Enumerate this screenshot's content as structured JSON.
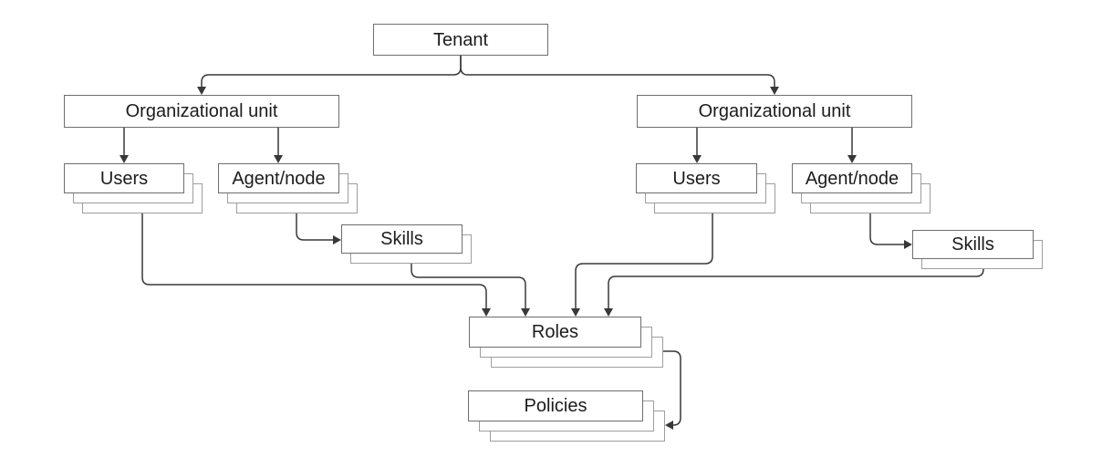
{
  "diagram": {
    "nodes": {
      "tenant": {
        "label": "Tenant"
      },
      "ou_left": {
        "label": "Organizational unit"
      },
      "ou_right": {
        "label": "Organizational unit"
      },
      "users_left": {
        "label": "Users"
      },
      "agent_left": {
        "label": "Agent/node"
      },
      "skills_left": {
        "label": "Skills"
      },
      "users_right": {
        "label": "Users"
      },
      "agent_right": {
        "label": "Agent/node"
      },
      "skills_right": {
        "label": "Skills"
      },
      "roles": {
        "label": "Roles"
      },
      "policies": {
        "label": "Policies"
      }
    },
    "edges": [
      {
        "from": "tenant",
        "to": "ou_left"
      },
      {
        "from": "tenant",
        "to": "ou_right"
      },
      {
        "from": "ou_left",
        "to": "users_left"
      },
      {
        "from": "ou_left",
        "to": "agent_left"
      },
      {
        "from": "agent_left",
        "to": "skills_left"
      },
      {
        "from": "ou_right",
        "to": "users_right"
      },
      {
        "from": "ou_right",
        "to": "agent_right"
      },
      {
        "from": "agent_right",
        "to": "skills_right"
      },
      {
        "from": "users_left",
        "to": "roles"
      },
      {
        "from": "skills_left",
        "to": "roles"
      },
      {
        "from": "users_right",
        "to": "roles"
      },
      {
        "from": "skills_right",
        "to": "roles"
      },
      {
        "from": "roles",
        "to": "policies"
      }
    ],
    "colors": {
      "node_border": "#6e6e6e",
      "stack_copy_border": "#9e9e9e",
      "connector": "#383838",
      "text": "#1c1c1c",
      "background": "#ffffff"
    }
  }
}
